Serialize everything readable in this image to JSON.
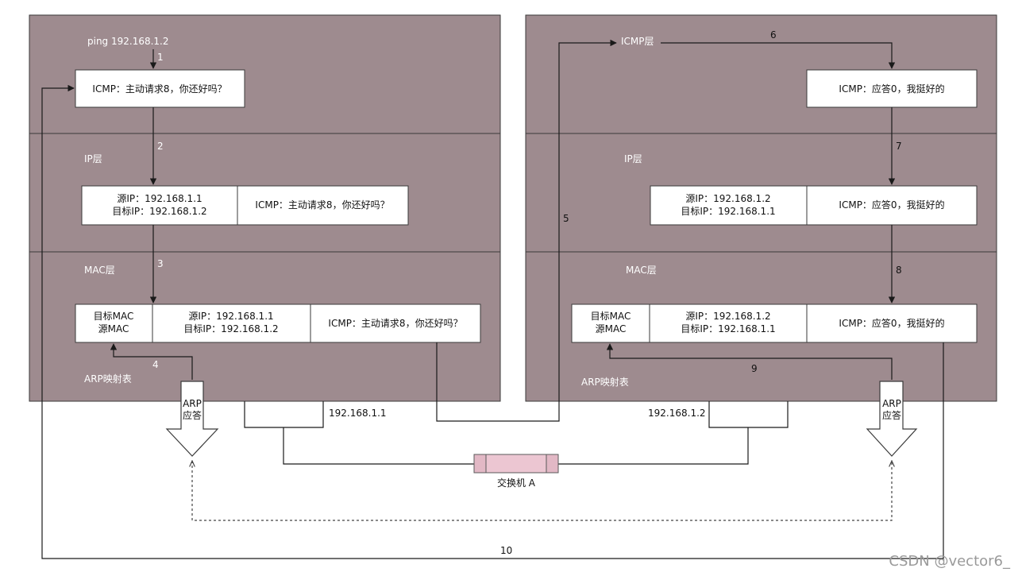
{
  "left_host": {
    "ping_cmd": "ping 192.168.1.2",
    "icmp_box": "ICMP：主动请求8，你还好吗？",
    "ip_layer": "IP层",
    "ip_src": "源IP：192.168.1.1",
    "ip_dst": "目标IP：192.168.1.2",
    "ip_icmp": "ICMP：主动请求8，你还好吗？",
    "mac_layer": "MAC层",
    "mac_dst": "目标MAC",
    "mac_src": "源MAC",
    "mac_ip_src": "源IP：192.168.1.1",
    "mac_ip_dst": "目标IP：192.168.1.2",
    "mac_icmp": "ICMP：主动请求8，你还好吗？",
    "arp_table": "ARP映射表",
    "arp_reply_1": "ARP",
    "arp_reply_2": "应答",
    "ip_addr": "192.168.1.1"
  },
  "right_host": {
    "icmp_layer": "ICMP层",
    "icmp_box": "ICMP：应答0，我挺好的",
    "ip_layer": "IP层",
    "ip_src": "源IP：192.168.1.2",
    "ip_dst": "目标IP：192.168.1.1",
    "ip_icmp": "ICMP：应答0，我挺好的",
    "mac_layer": "MAC层",
    "mac_dst": "目标MAC",
    "mac_src": "源MAC",
    "mac_ip_src": "源IP：192.168.1.2",
    "mac_ip_dst": "目标IP：192.168.1.1",
    "mac_icmp": "ICMP：应答0，我挺好的",
    "arp_table": "ARP映射表",
    "arp_reply_1": "ARP",
    "arp_reply_2": "应答",
    "ip_addr": "192.168.1.2"
  },
  "switch_label": "交换机 A",
  "steps": [
    "1",
    "2",
    "3",
    "4",
    "5",
    "6",
    "7",
    "8",
    "9",
    "10"
  ],
  "watermark": "CSDN @vector6_",
  "colors": {
    "host_bg": "#9e8b8f",
    "switch": "#ecc6d2"
  }
}
